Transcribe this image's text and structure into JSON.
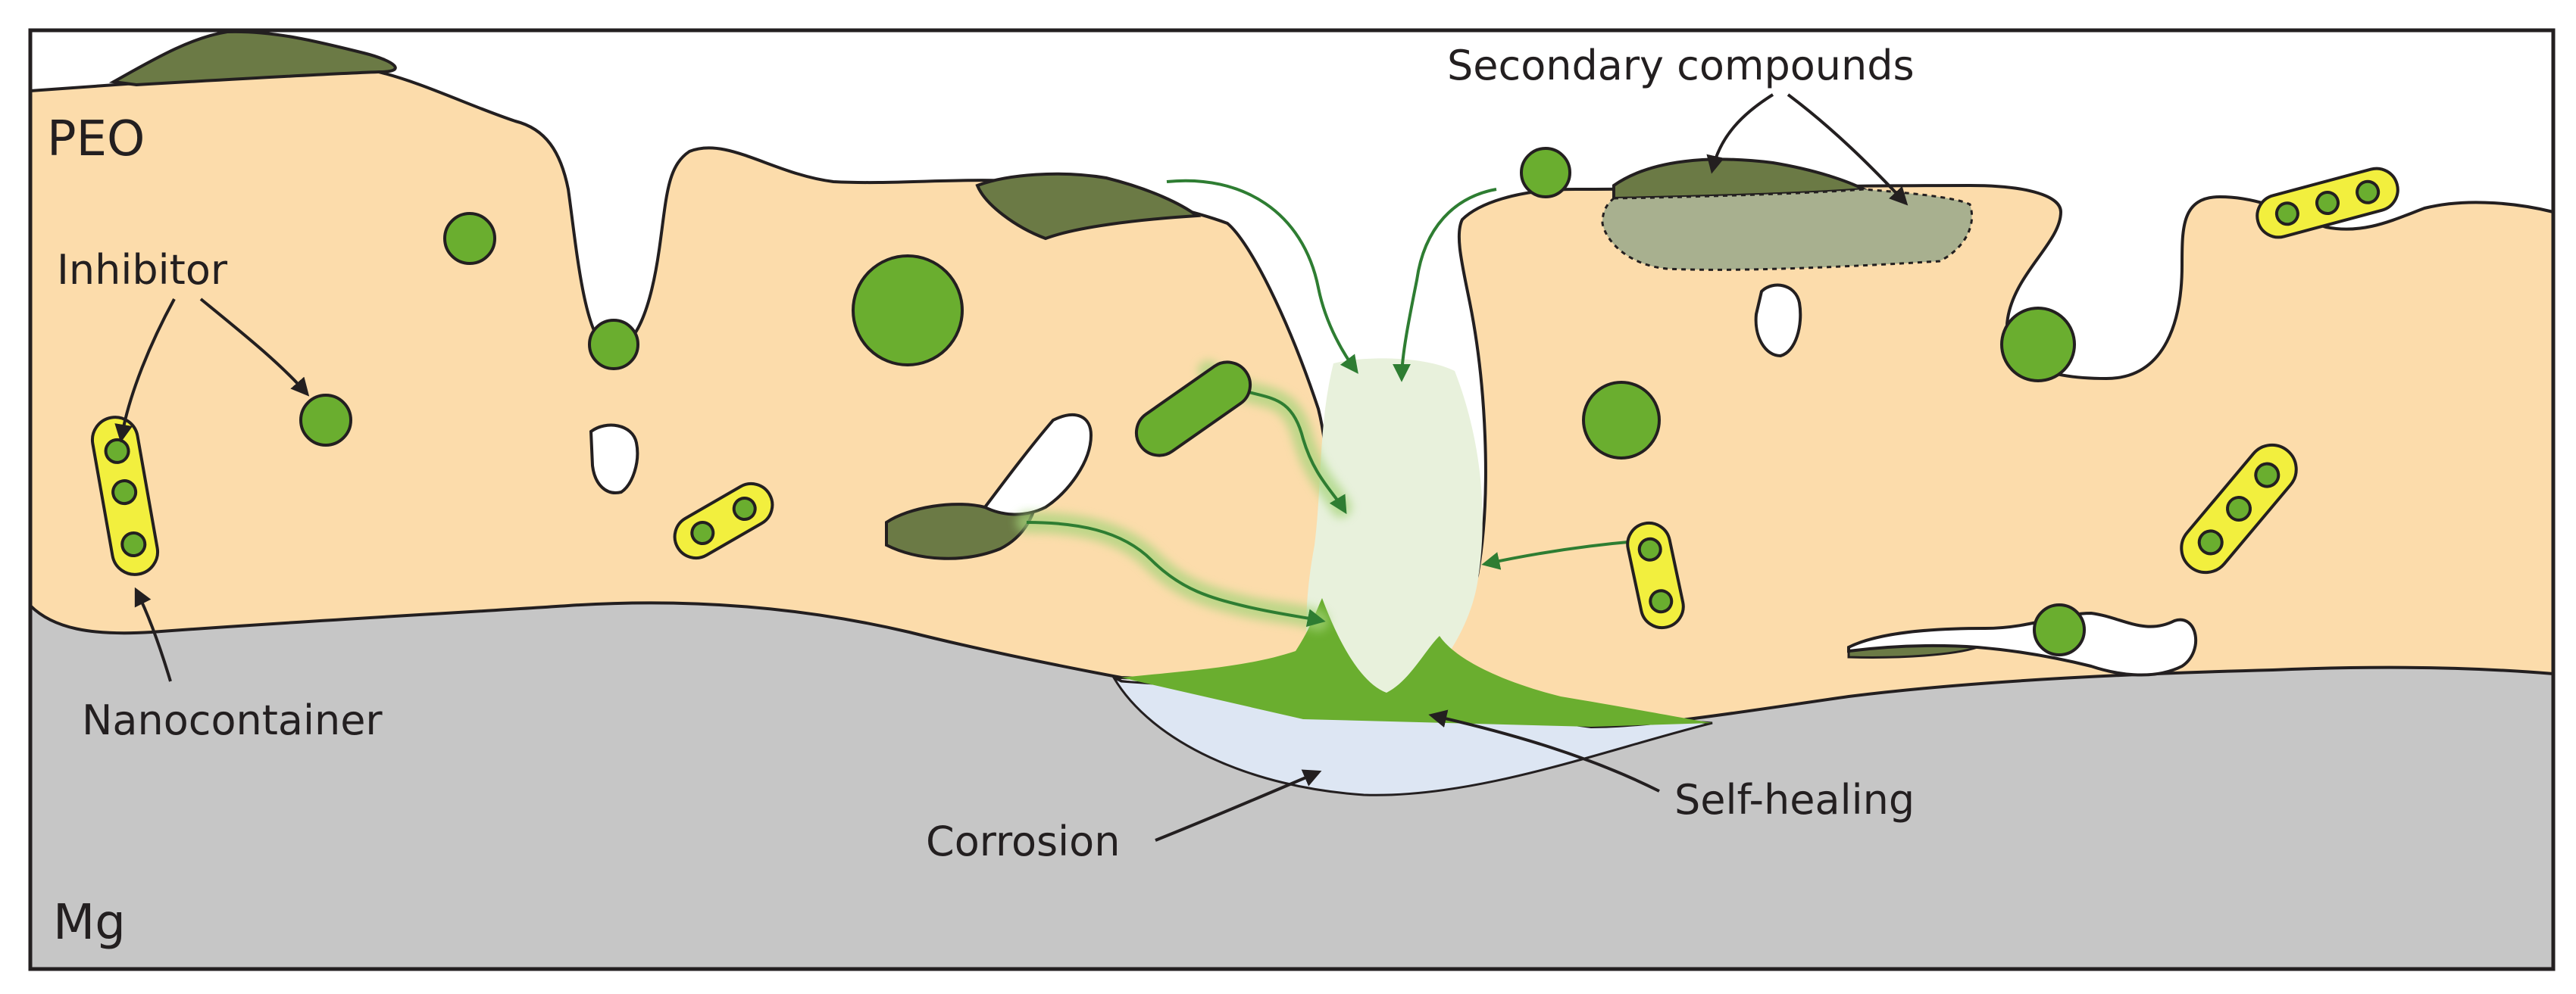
{
  "labels": {
    "peo": "PEO",
    "mg": "Mg",
    "inhibitor": "Inhibitor",
    "nanocontainer": "Nanocontainer",
    "secondary_compounds": "Secondary compounds",
    "self_healing": "Self-healing",
    "corrosion": "Corrosion"
  },
  "colors": {
    "peo_layer": "#fcdcab",
    "mg_substrate": "#c6c6c6",
    "inhibitor": "#6aae2f",
    "nanocontainer": "#f2ef3e",
    "secondary_compound": "#6b7a45",
    "secondary_compound_light": "#a8b08f",
    "healing_zone": "#e8f1dc",
    "corrosion": "#dde6f3",
    "arrow_green": "#2e7d32",
    "outline": "#231f20"
  }
}
